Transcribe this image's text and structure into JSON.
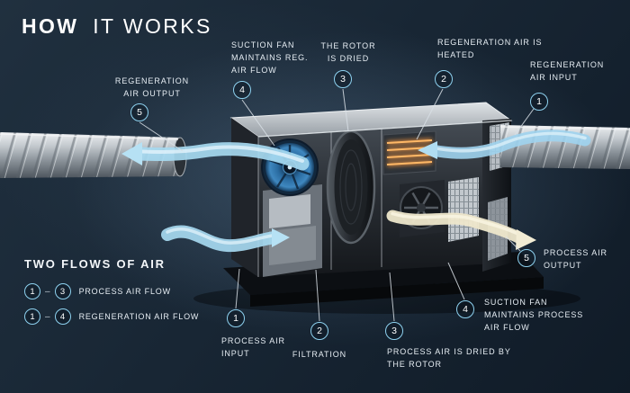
{
  "title": {
    "bold": "HOW",
    "rest": "IT WORKS"
  },
  "colors": {
    "background": "#17232f",
    "accent": "#8ed2f0",
    "text": "#e6edf3",
    "ribbon_blue": "#a6d9f0",
    "ribbon_cream": "#eee7cb",
    "heater_orange": "#ff9a3d",
    "metal": "#c3c9ce"
  },
  "callouts": {
    "regeneration_air_output": {
      "number": "5",
      "label": "REGENERATION AIR OUTPUT"
    },
    "suction_fan_reg": {
      "number": "4",
      "label": "SUCTION FAN MAINTAINS REG. AIR FLOW"
    },
    "rotor_dried": {
      "number": "3",
      "label": "THE ROTOR IS DRIED"
    },
    "regeneration_air_heated": {
      "number": "2",
      "label": "REGENERATION AIR IS HEATED"
    },
    "regeneration_air_input": {
      "number": "1",
      "label": "REGENERATION AIR INPUT"
    },
    "process_air_output": {
      "number": "5",
      "label": "PROCESS AIR OUTPUT"
    },
    "suction_fan_process": {
      "number": "4",
      "label": "SUCTION FAN MAINTAINS PROCESS AIR FLOW"
    },
    "process_air_dried": {
      "number": "3",
      "label": "PROCESS AIR IS DRIED BY THE ROTOR"
    },
    "filtration": {
      "number": "2",
      "label": "FILTRATION"
    },
    "process_air_input": {
      "number": "1",
      "label": "PROCESS AIR INPUT"
    }
  },
  "legend": {
    "title": "TWO FLOWS OF AIR",
    "dash": "–",
    "rows": [
      {
        "from": "1",
        "to": "3",
        "label": "PROCESS AIR FLOW"
      },
      {
        "from": "1",
        "to": "4",
        "label": "REGENERATION AIR FLOW"
      }
    ]
  }
}
